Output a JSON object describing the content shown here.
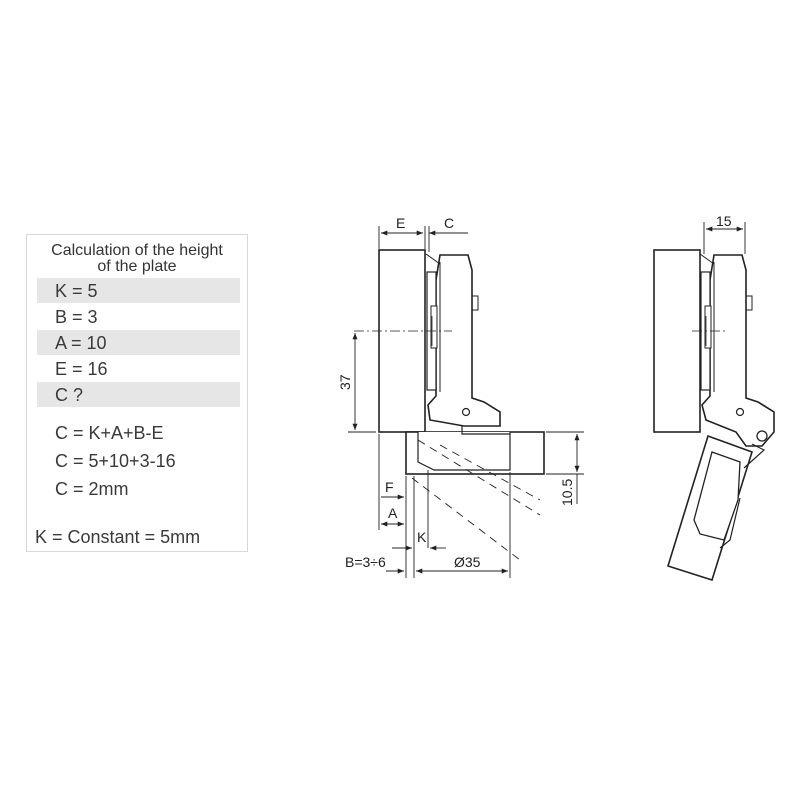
{
  "panel": {
    "title": "Calculation of the height of the plate",
    "title_line1": "Calculation of the height",
    "title_line2": "of the plate",
    "values": [
      "K = 5",
      "B = 3",
      "A = 10",
      "E = 16",
      "C ?"
    ],
    "formula": [
      "C = K+A+B-E",
      "C = 5+10+3-16",
      "C = 2mm"
    ],
    "constant_note": "K = Constant = 5mm"
  },
  "drawing": {
    "labels": {
      "E": "E",
      "C": "C",
      "height_37": "37",
      "height_10_5": "10.5",
      "F": "F",
      "A": "A",
      "K": "K",
      "B_range": "B=3÷6",
      "cup_diameter": "Ø35",
      "width_15": "15"
    }
  }
}
